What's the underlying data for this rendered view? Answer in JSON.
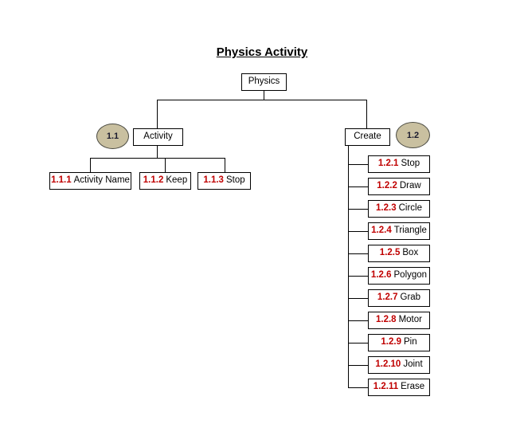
{
  "title": "Physics Activity",
  "root": {
    "label": "Physics"
  },
  "branches": [
    {
      "bubble": "1.1",
      "label": "Activity",
      "children": [
        {
          "num": "1.1.1",
          "label": "Activity Name"
        },
        {
          "num": "1.1.2",
          "label": "Keep"
        },
        {
          "num": "1.1.3",
          "label": "Stop"
        }
      ]
    },
    {
      "bubble": "1.2",
      "label": "Create",
      "children": [
        {
          "num": "1.2.1",
          "label": "Stop"
        },
        {
          "num": "1.2.2",
          "label": "Draw"
        },
        {
          "num": "1.2.3",
          "label": "Circle"
        },
        {
          "num": "1.2.4",
          "label": "Triangle"
        },
        {
          "num": "1.2.5",
          "label": "Box"
        },
        {
          "num": "1.2.6",
          "label": "Polygon"
        },
        {
          "num": "1.2.7",
          "label": "Grab"
        },
        {
          "num": "1.2.8",
          "label": "Motor"
        },
        {
          "num": "1.2.9",
          "label": "Pin"
        },
        {
          "num": "1.2.10",
          "label": "Joint"
        },
        {
          "num": "1.2.11",
          "label": "Erase"
        }
      ]
    }
  ],
  "colors": {
    "number": "#C00000",
    "bubble_fill": "#C9C0A0",
    "bubble_border": "#4A4A42",
    "line": "#000000",
    "background": "#FFFFFF"
  }
}
